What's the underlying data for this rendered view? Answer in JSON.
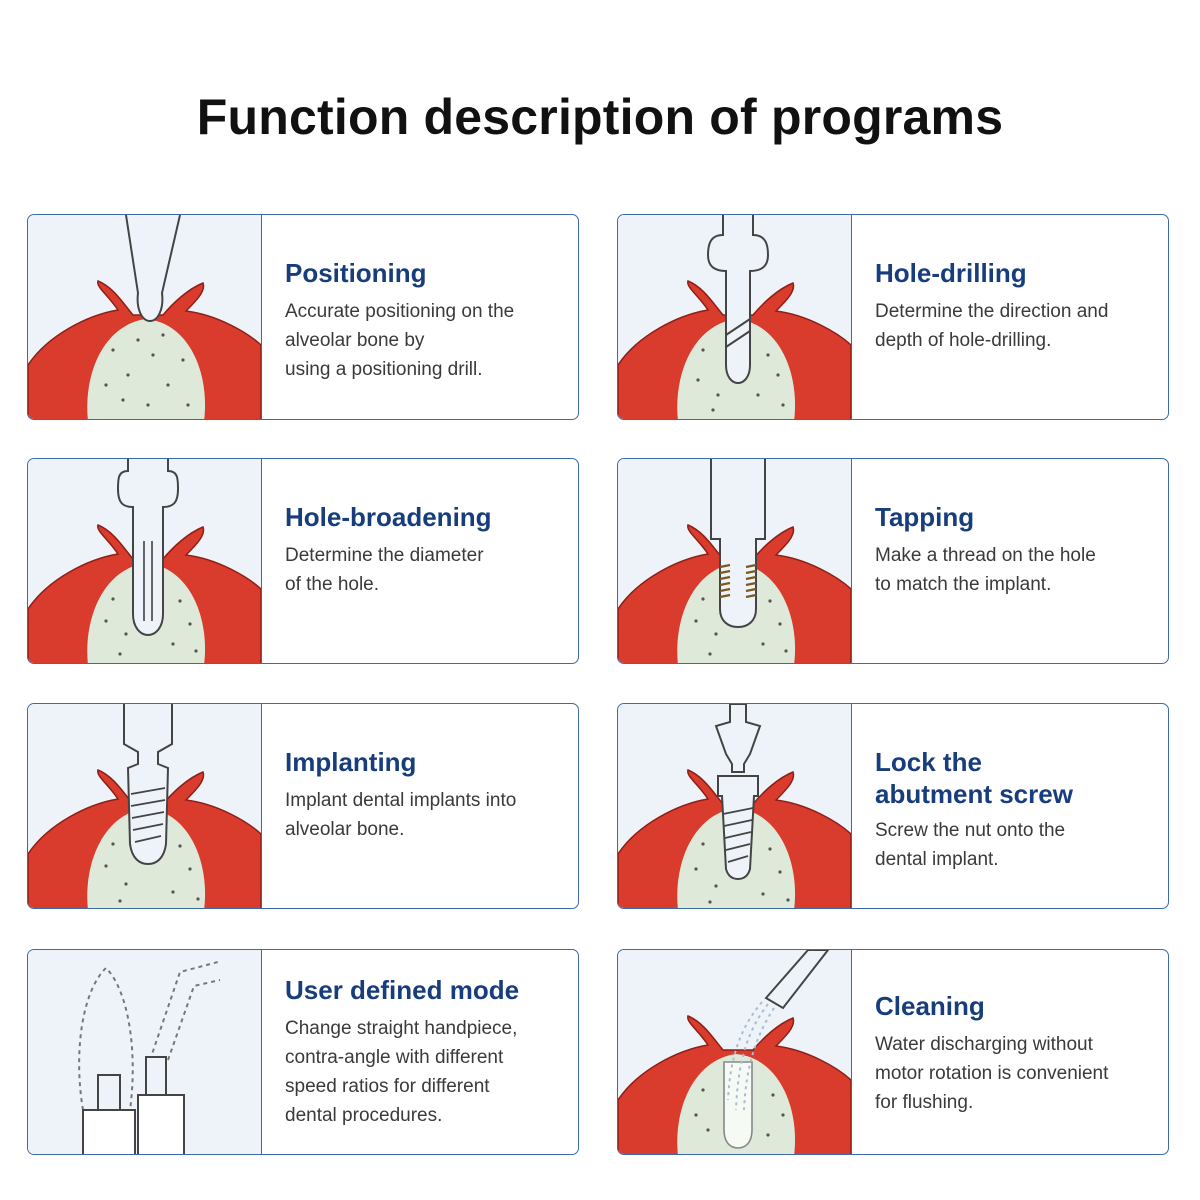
{
  "page": {
    "title": "Function description of programs"
  },
  "colors": {
    "accent": "#173d7c",
    "border": "#3e6aa8",
    "gum": "#d93b2c",
    "bone": "#dfe9da"
  },
  "cards": [
    {
      "title": "Positioning",
      "desc": "Accurate positioning on the\nalveolar bone by\nusing a positioning drill.",
      "icon": "positioning-drill-icon"
    },
    {
      "title": "Hole-drilling",
      "desc": "Determine the direction and\ndepth of hole-drilling.",
      "icon": "hole-drilling-icon"
    },
    {
      "title": "Hole-broadening",
      "desc": "Determine the diameter\nof the hole.",
      "icon": "hole-broadening-icon"
    },
    {
      "title": "Tapping",
      "desc": "Make a thread on the hole\nto match the implant.",
      "icon": "tapping-icon"
    },
    {
      "title": "Implanting",
      "desc": "Implant dental implants into\nalveolar bone.",
      "icon": "implanting-icon"
    },
    {
      "title": "Lock the\nabutment screw",
      "desc": "Screw the nut onto the\ndental implant.",
      "icon": "abutment-screw-icon"
    },
    {
      "title": "User defined mode",
      "desc": "Change straight handpiece,\ncontra-angle with different\nspeed ratios for different\ndental procedures.",
      "icon": "handpiece-icon"
    },
    {
      "title": "Cleaning",
      "desc": "Water discharging without\nmotor rotation is convenient\nfor flushing.",
      "icon": "water-flush-icon"
    }
  ]
}
